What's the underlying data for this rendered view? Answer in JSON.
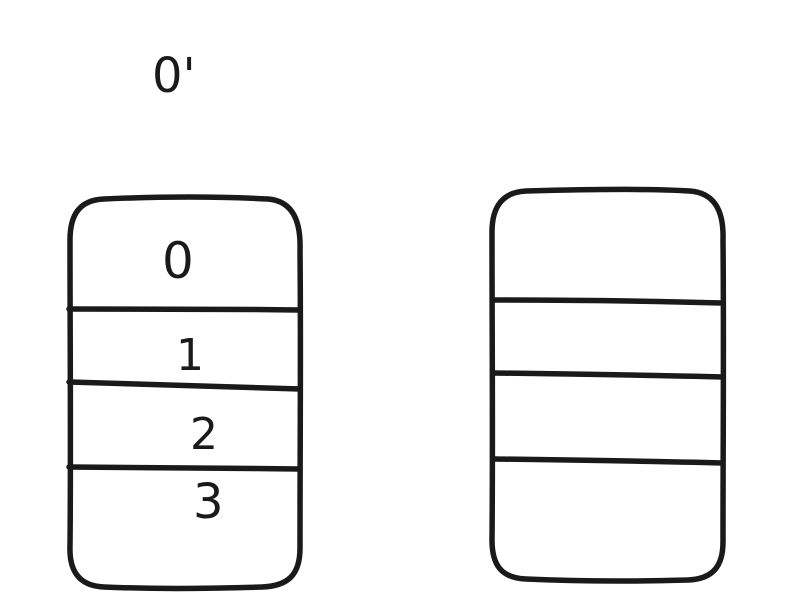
{
  "top_label": "0'",
  "left_stack": {
    "cells": [
      "0",
      "1",
      "2",
      "3"
    ]
  },
  "right_stack": {
    "cells": [
      "",
      "",
      "",
      ""
    ]
  },
  "colors": {
    "ink": "#1a1a1a",
    "background": "#ffffff"
  }
}
